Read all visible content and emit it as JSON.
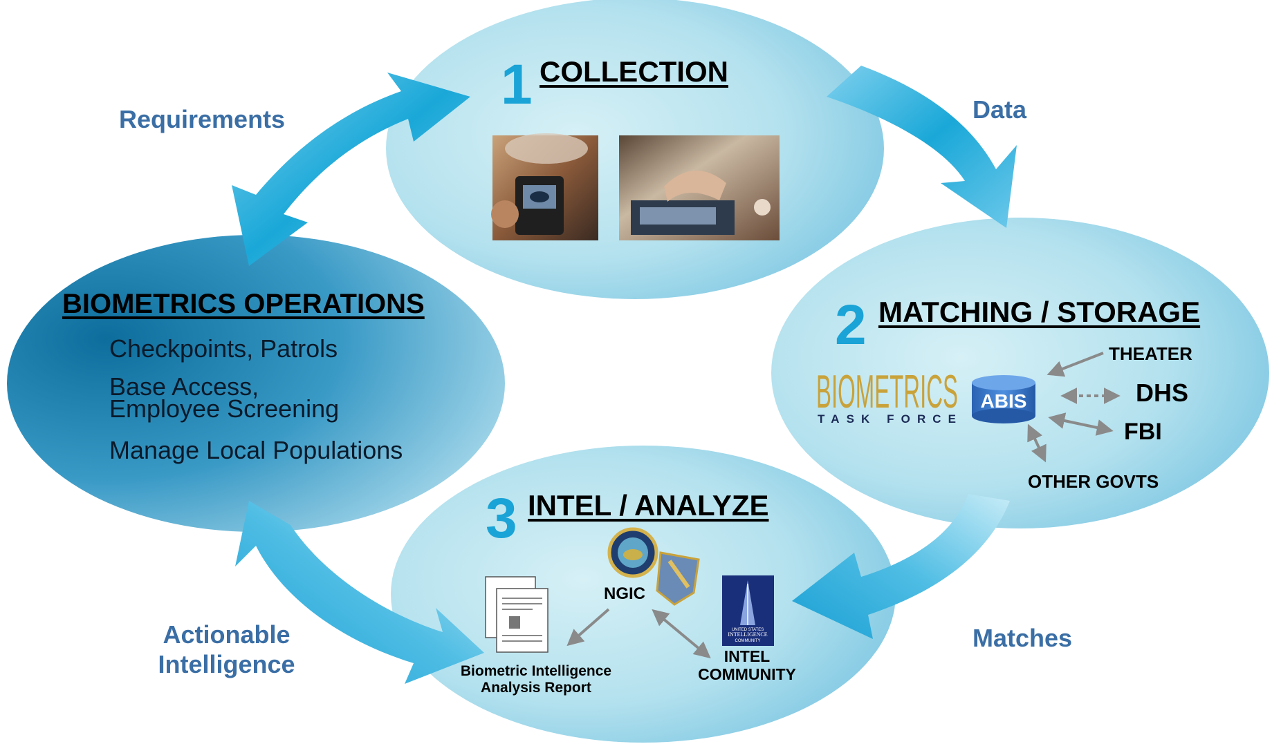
{
  "colors": {
    "flow_label": "#3a6ea5",
    "step_number": "#1aa3d6",
    "arrow": "#1aa8d8",
    "oval_light": "#cdebf3",
    "oval_mid": "#8fd0e6",
    "ops_oval_dark": "#0d6d9c",
    "ops_oval_light": "#9fd6ea",
    "btf_gold": "#c9a23a",
    "btf_navy": "#1b2a55",
    "abis_blue": "#2f74c8"
  },
  "flow_labels": {
    "requirements": "Requirements",
    "data": "Data",
    "matches": "Matches",
    "actionable": "Actionable\nIntelligence"
  },
  "operations": {
    "title": "BIOMETRICS OPERATIONS",
    "items": [
      "Checkpoints, Patrols",
      "Base Access,\nEmployee Screening",
      "Manage Local Populations"
    ]
  },
  "collection": {
    "number": "1",
    "title": "COLLECTION"
  },
  "matching": {
    "number": "2",
    "title": "MATCHING / STORAGE",
    "btf_logo_top": "BIOMETRICS",
    "btf_logo_bottom": "TASK FORCE",
    "abis": "ABIS",
    "theater": "THEATER",
    "dhs": "DHS",
    "fbi": "FBI",
    "other_govts": "OTHER GOVTS"
  },
  "intel": {
    "number": "3",
    "title": "INTEL / ANALYZE",
    "ngic": "NGIC",
    "report": "Biometric Intelligence\nAnalysis Report",
    "community": "INTEL\nCOMMUNITY",
    "ic_seal_line1": "UNITED STATES",
    "ic_seal_line2": "INTELLIGENCE",
    "ic_seal_line3": "COMMUNITY"
  },
  "icons": [
    "iris-scan-photo",
    "fingerprint-scan-photo",
    "database-icon",
    "ngic-seal",
    "army-shield",
    "report-document",
    "intel-community-seal"
  ]
}
